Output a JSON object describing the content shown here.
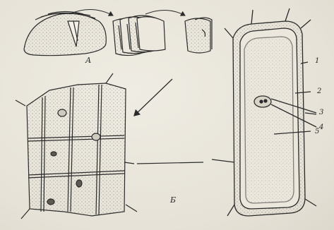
{
  "labels": {
    "panel_a": "А",
    "panel_b": "Б",
    "callouts": [
      "1",
      "2",
      "3",
      "4",
      "5"
    ]
  },
  "colors": {
    "ink": "#2b2b2b",
    "paper": "#e9e6dc",
    "stipple": "#6f6b62"
  }
}
